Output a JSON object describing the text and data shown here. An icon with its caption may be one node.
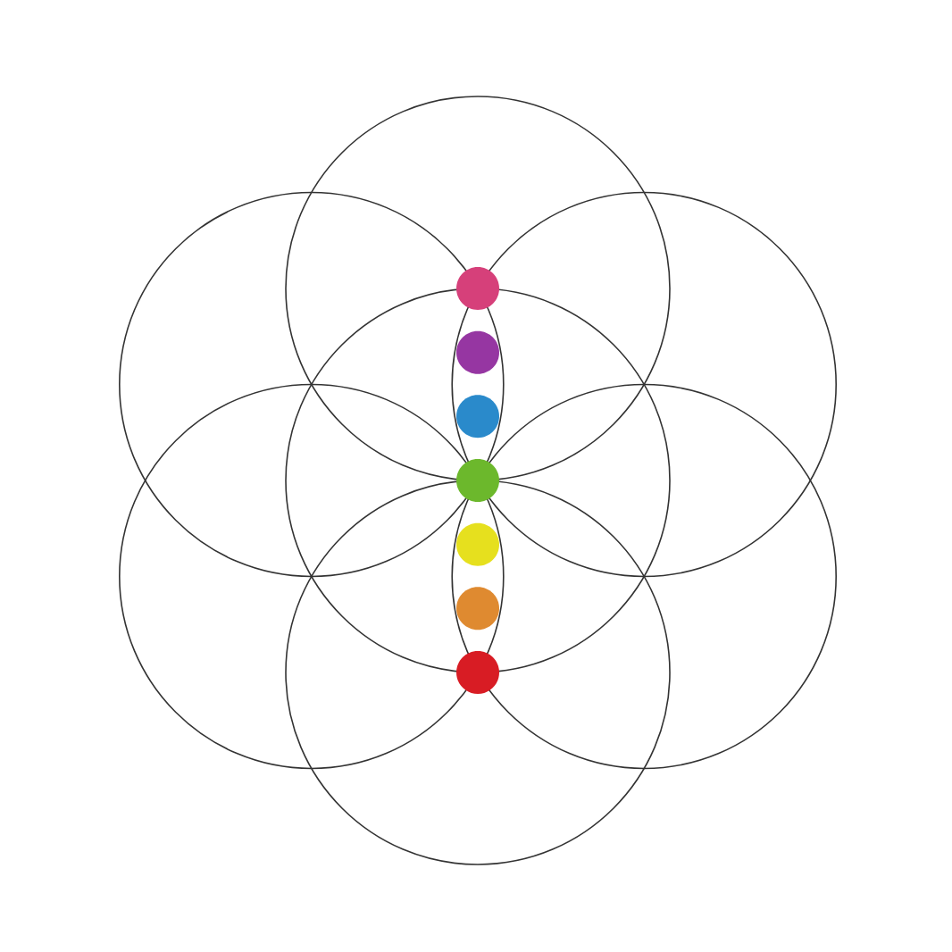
{
  "diagram": {
    "nodes": [
      {
        "text": [],
        "shape": "circle"
      },
      {
        "text": [],
        "shape": "circle"
      },
      {
        "text": [],
        "shape": "circle"
      },
      {
        "text": [],
        "shape": "circle"
      },
      {
        "text": [],
        "shape": "circle"
      },
      {
        "text": [],
        "shape": "circle"
      },
      {
        "text": [],
        "shape": "circle"
      },
      {
        "text": [],
        "shape": "circle",
        "in": 0
      },
      {
        "text": [],
        "shape": "circle"
      },
      {
        "text": [],
        "shape": "circle"
      },
      {
        "text": [],
        "shape": "circle",
        "in": 3
      },
      {
        "text": [],
        "shape": "circle"
      },
      {
        "text": [],
        "shape": "circle"
      },
      {
        "text": [],
        "shape": "circle",
        "in": 6
      }
    ]
  }
}
